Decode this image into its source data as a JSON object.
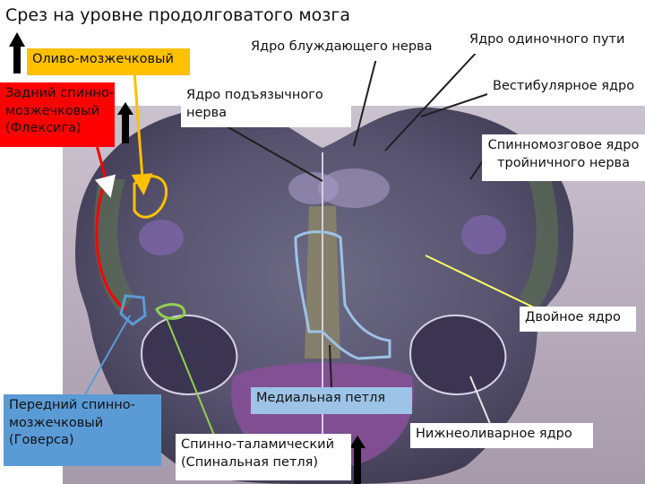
{
  "title": "Срез на уровне продолговатого мозга",
  "labels": {
    "olivo": "Оливо-мозжечковый",
    "vagus": "Ядро блуждающего нерва",
    "solitary": "Ядро одиночного пути",
    "posterior_l1": "Задний спинно-",
    "posterior_l2": "мозжечковый",
    "posterior_l3": "(Флексига)",
    "hypoglossal_l1": "Ядро подъязычного",
    "hypoglossal_l2": "нерва",
    "vestibular": "Вестибулярное ядро",
    "trigeminal_l1": "Спинномозговое ядро",
    "trigeminal_l2": "тройничного нерва",
    "ambiguus": "Двойное ядро",
    "anterior_l1": "Передний спинно-",
    "anterior_l2": "мозжечковый",
    "anterior_l3": "(Говерса)",
    "medial": "Медиальная петля",
    "spinothal_l1": "Спинно-таламический",
    "spinothal_l2": "(Спинальная петля)",
    "olive": "Нижнеоливарное ядро"
  },
  "colors": {
    "olivo": "#ffc000",
    "posterior": "#ff0000",
    "anterior": "#5b9bd5",
    "spinothal": "#92d050",
    "medial": "#9dc3e6",
    "pointer": "#1f1f1f"
  }
}
